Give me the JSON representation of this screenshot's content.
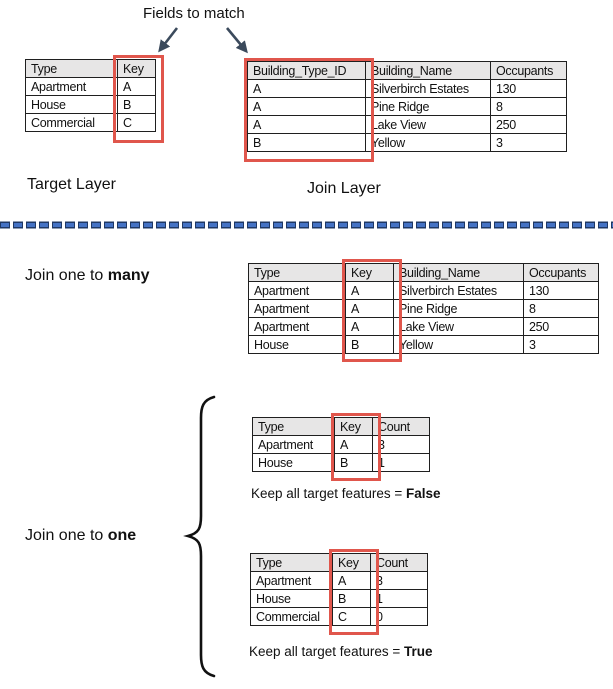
{
  "title": "Fields to match",
  "sections": {
    "top": {
      "target_label": "Target Layer",
      "join_label": "Join Layer"
    },
    "middle": {
      "label_prefix": "Join one to ",
      "label_bold": "many"
    },
    "bottom": {
      "label_prefix": "Join one to ",
      "label_bold": "one",
      "keep_false_prefix": "Keep all target features = ",
      "keep_false_bold": "False",
      "keep_true_prefix": "Keep all target features = ",
      "keep_true_bold": "True"
    }
  },
  "tables": {
    "target": {
      "headers": [
        "Type",
        "Key"
      ],
      "rows": [
        [
          "Apartment",
          "A"
        ],
        [
          "House",
          "B"
        ],
        [
          "Commercial",
          "C"
        ]
      ]
    },
    "join": {
      "headers": [
        "Building_Type_ID",
        "Building_Name",
        "Occupants"
      ],
      "rows": [
        [
          "A",
          "Silverbirch Estates",
          "130"
        ],
        [
          "A",
          "Pine Ridge",
          "8"
        ],
        [
          "A",
          "Lake View",
          "250"
        ],
        [
          "B",
          "Yellow",
          "3"
        ]
      ]
    },
    "one_to_many": {
      "headers": [
        "Type",
        "Key",
        "Building_Name",
        "Occupants"
      ],
      "rows": [
        [
          "Apartment",
          "A",
          "Silverbirch Estates",
          "130"
        ],
        [
          "Apartment",
          "A",
          "Pine Ridge",
          "8"
        ],
        [
          "Apartment",
          "A",
          "Lake View",
          "250"
        ],
        [
          "House",
          "B",
          "Yellow",
          "3"
        ]
      ]
    },
    "one_to_one_false": {
      "headers": [
        "Type",
        "Key",
        "Count"
      ],
      "rows": [
        [
          "Apartment",
          "A",
          "3"
        ],
        [
          "House",
          "B",
          "1"
        ]
      ]
    },
    "one_to_one_true": {
      "headers": [
        "Type",
        "Key",
        "Count"
      ],
      "rows": [
        [
          "Apartment",
          "A",
          "3"
        ],
        [
          "House",
          "B",
          "1"
        ],
        [
          "Commercial",
          "C",
          "0"
        ]
      ]
    }
  },
  "colors": {
    "highlight_red": "#e0564c",
    "divider_blue": "#4472c4",
    "divider_edge": "#1f3864",
    "arrow": "#3b4a5c",
    "header_bg": "#e7e6e6",
    "table_border": "#1f1f1f"
  }
}
